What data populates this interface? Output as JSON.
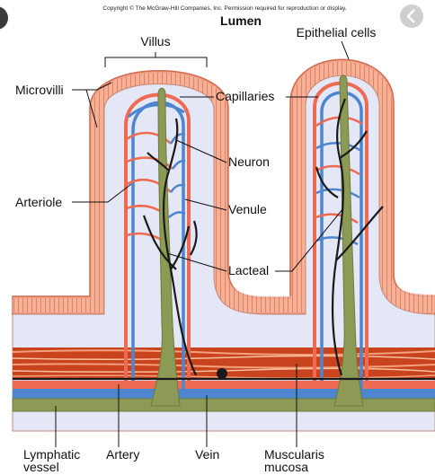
{
  "copyright": "Copyright © The McGraw-Hill Companies, Inc. Permission required for reproduction or display.",
  "title": "Lumen",
  "labels": {
    "villus": "Villus",
    "epithelial_cells": "Epithelial cells",
    "microvilli": "Microvilli",
    "capillaries": "Capillaries",
    "neuron": "Neuron",
    "arteriole": "Arteriole",
    "venule": "Venule",
    "lacteal": "Lacteal",
    "lymphatic_vessel_line1": "Lymphatic",
    "lymphatic_vessel_line2": "vessel",
    "artery": "Artery",
    "vein": "Vein",
    "muscularis_line1": "Muscularis",
    "muscularis_line2": "mucosa"
  },
  "colors": {
    "epithelium": "#f2a487",
    "lumen_interior": "#e4e7f6",
    "artery": "#ee6a52",
    "vein": "#4d86cf",
    "lacteal": "#8c9a55",
    "neuron": "#1a1a1a",
    "muscle": "#c9431f"
  },
  "icons": {
    "left_edge": "circle-fragment",
    "top_right": "chevron-left-icon"
  }
}
